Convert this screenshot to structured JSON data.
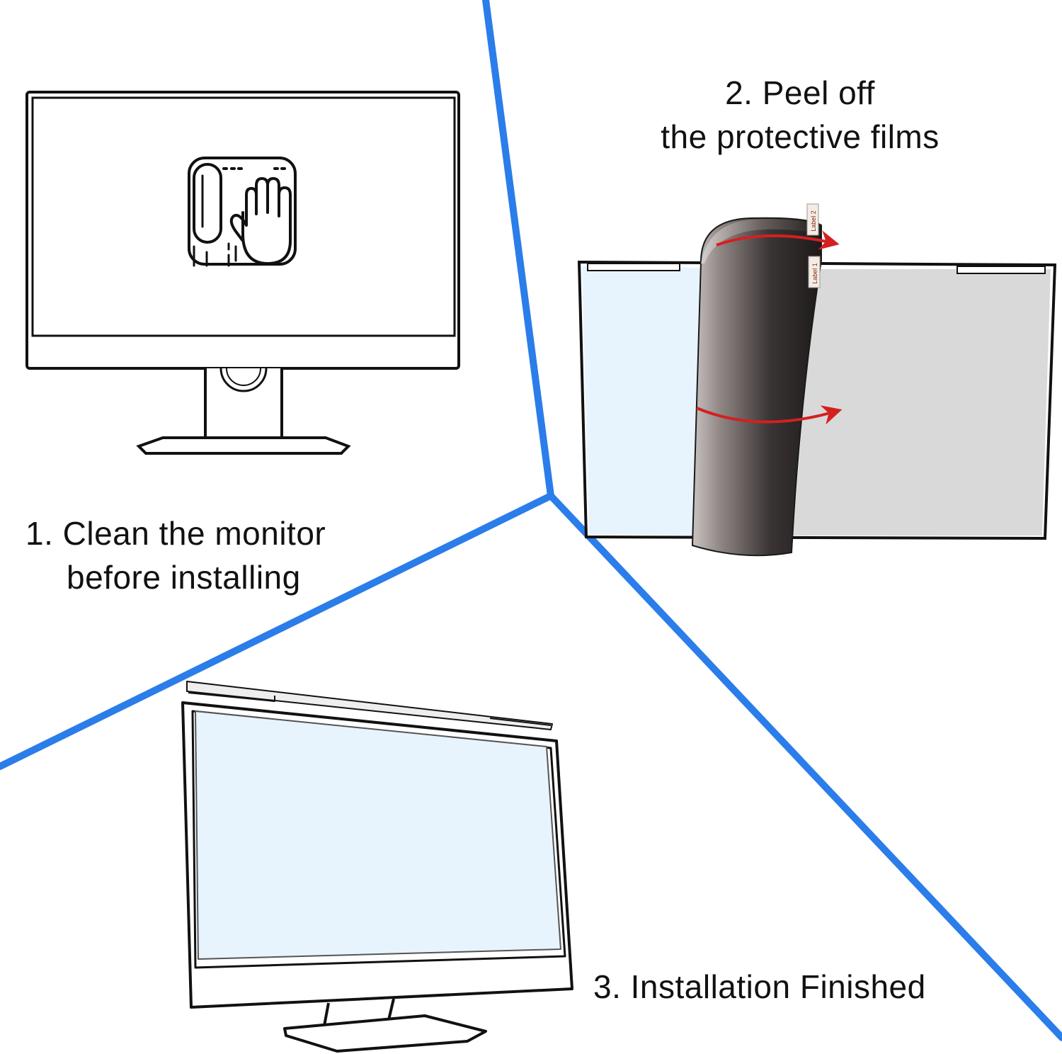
{
  "colors": {
    "divider": "#2b7de9",
    "outline": "#111111",
    "screen_tint": "#e8f4fd",
    "film_dark": "#3a3434",
    "film_mid": "#a59a97",
    "panel_grey": "#d9d9d9",
    "arrow_red": "#d42020"
  },
  "step1": {
    "line1": "1. Clean the monitor",
    "line2": "before installing",
    "icon": "cleaning-hand-cloth-icon"
  },
  "step2": {
    "line1": "2. Peel off",
    "line2": "the protective films",
    "tab_label_1": "Label 1",
    "tab_label_2": "Label 2",
    "icon": "peel-arrow-icon"
  },
  "step3": {
    "line1": "3. Installation Finished"
  }
}
